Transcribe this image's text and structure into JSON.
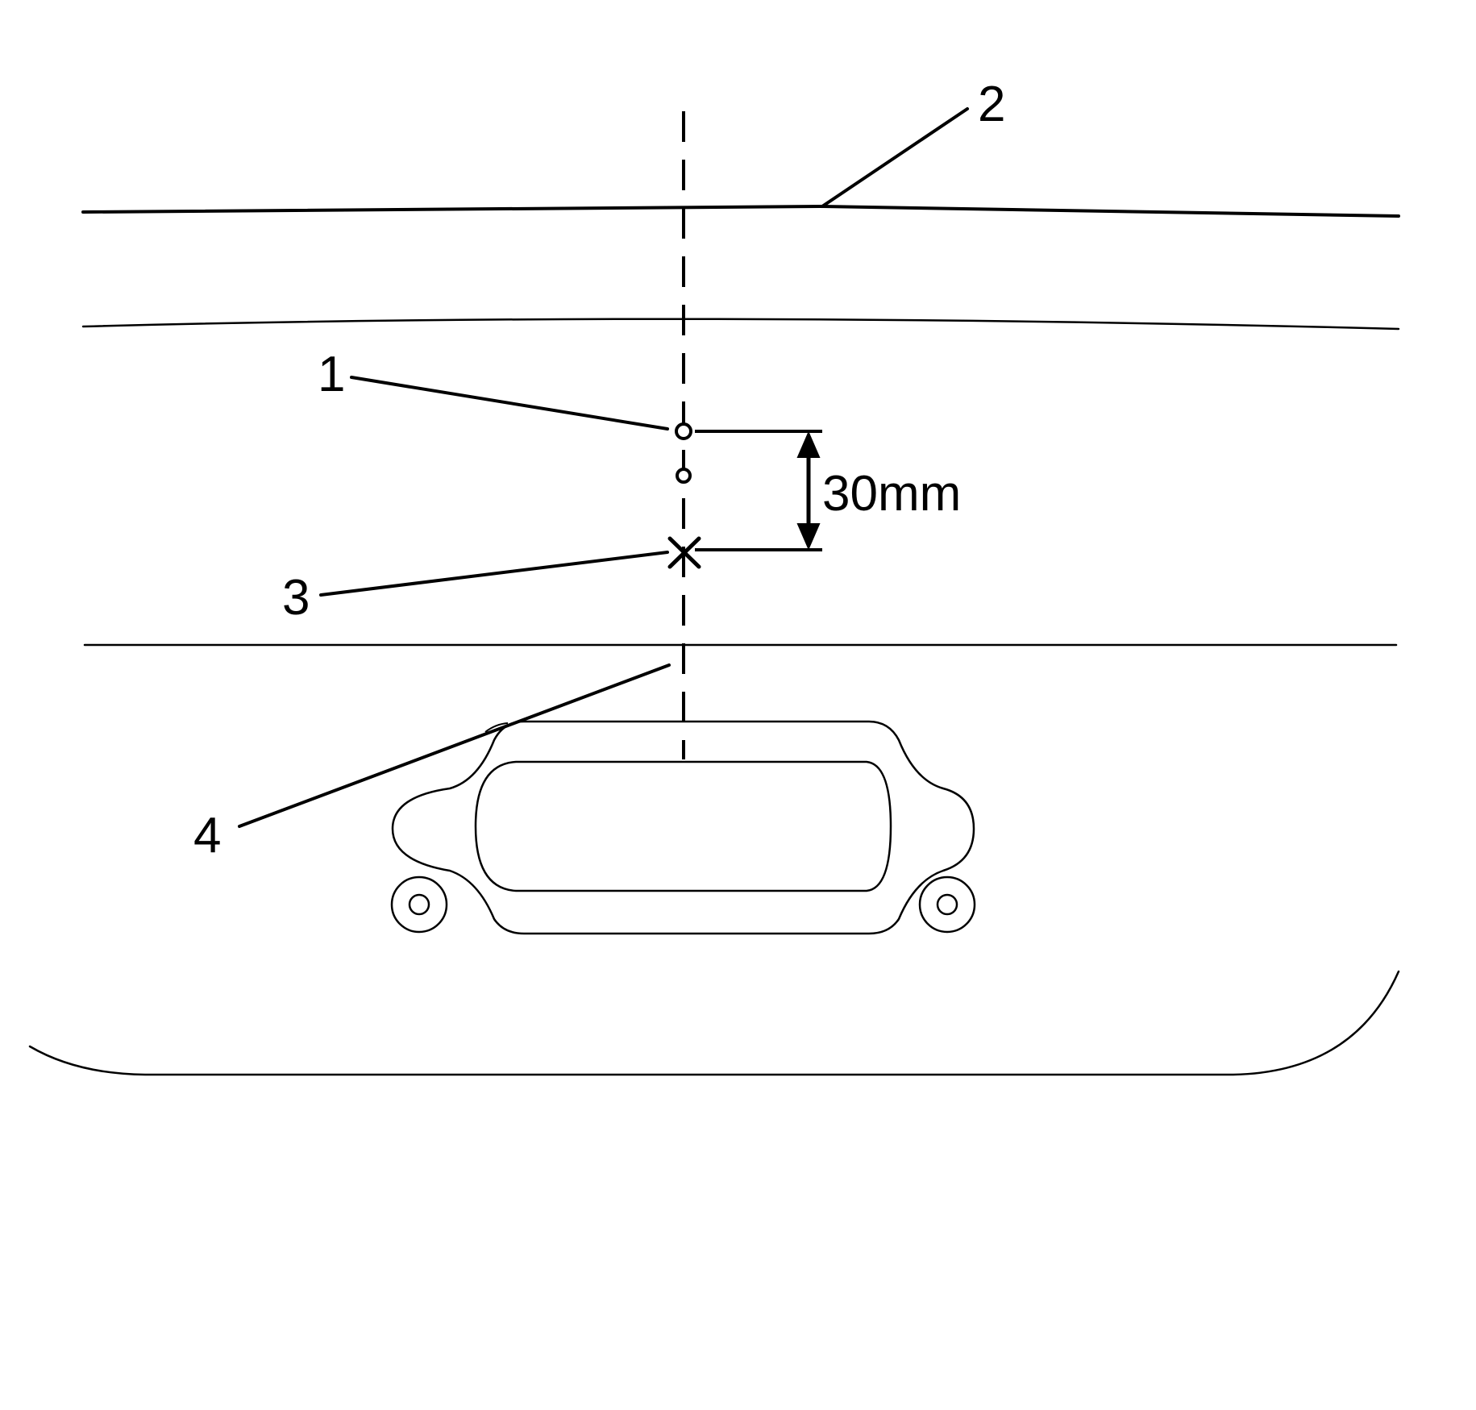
{
  "callouts": {
    "c1": "1",
    "c2": "2",
    "c3": "3",
    "c4": "4"
  },
  "dimension": {
    "label": "30mm"
  },
  "colors": {
    "stroke": "#000000",
    "background": "#ffffff"
  }
}
